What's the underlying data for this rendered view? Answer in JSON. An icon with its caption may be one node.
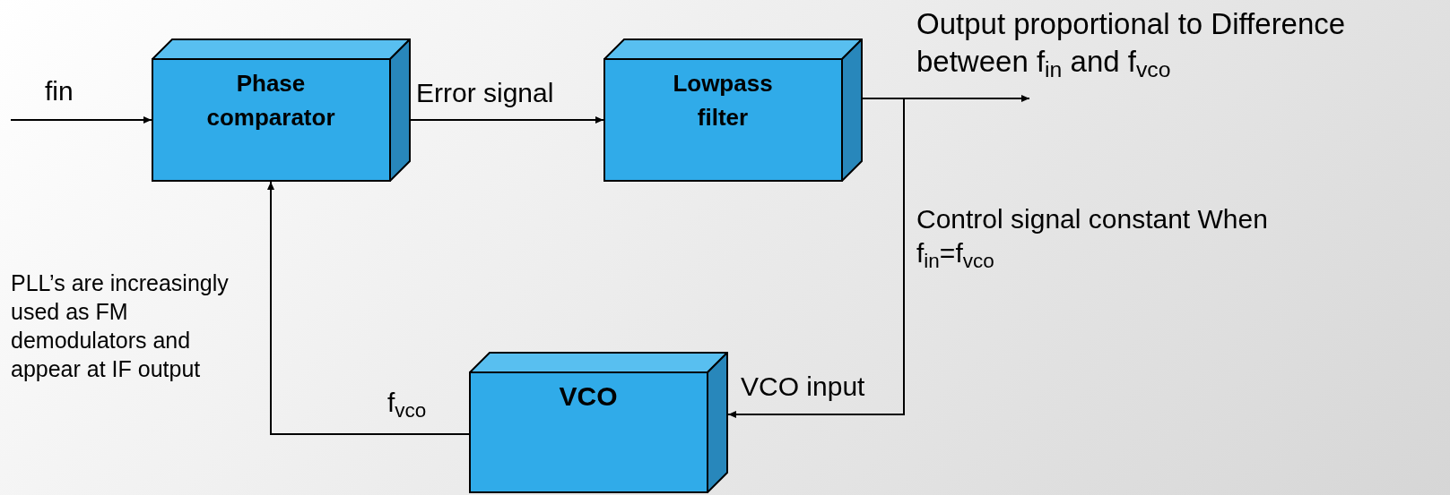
{
  "diagram": {
    "nodes": [
      {
        "text": [
          "Phase comparator"
        ]
      },
      {
        "text": [
          "Lowpass filter"
        ]
      },
      {
        "text": [
          "VCO"
        ]
      },
      {
        "text": [
          "Output proportional to Difference between f$_{in}$ and f$_{vco}$"
        ]
      }
    ],
    "edges": [
      {
        "from": null,
        "to": 0,
        "arrow": "to",
        "label": "fin"
      },
      {
        "from": 0,
        "to": 1,
        "arrow": "to",
        "label": "Error signal"
      },
      {
        "from": 1,
        "to": 3,
        "arrow": "to"
      },
      {
        "from": 1,
        "to": 2,
        "arrow": "to",
        "label": "VCO input"
      },
      {
        "from": 2,
        "to": 0,
        "arrow": "to",
        "label": "f$_{vco}$"
      }
    ],
    "labels": [
      "PLL’s are increasingly used as FM demodulators and appear at IF output",
      "Control signal constant When f$_{in}$=f$_{vco}$"
    ]
  }
}
